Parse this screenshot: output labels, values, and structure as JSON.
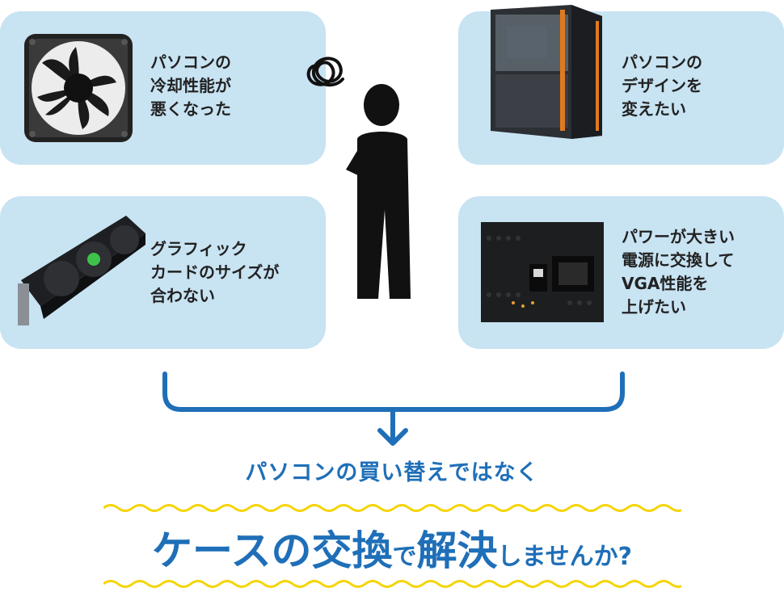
{
  "cards": [
    {
      "id": "cooling",
      "text": "パソコンの\n冷却性能が\n悪くなった",
      "image": "case-fan-icon"
    },
    {
      "id": "design",
      "text": "パソコンの\nデザインを\n変えたい",
      "image": "pc-case-icon"
    },
    {
      "id": "gpu-size",
      "text": "グラフィック\nカードのサイズが\n合わない",
      "image": "graphics-card-icon"
    },
    {
      "id": "power",
      "text": "パワーが大きい\n電源に交換して\nVGA性能を\n上げたい",
      "image": "power-supply-icon"
    }
  ],
  "headline": {
    "line1": "パソコンの買い替えではなく",
    "line2_parts": [
      {
        "text": "ケースの交換",
        "size": "big"
      },
      {
        "text": "で",
        "size": "small"
      },
      {
        "text": "解決",
        "size": "big"
      },
      {
        "text": "しませんか?",
        "size": "small"
      }
    ]
  },
  "colors": {
    "card_bg": "#c8e3f2",
    "accent_blue": "#1f6fb8",
    "wave_yellow": "#f5d400",
    "figure": "#111111"
  }
}
